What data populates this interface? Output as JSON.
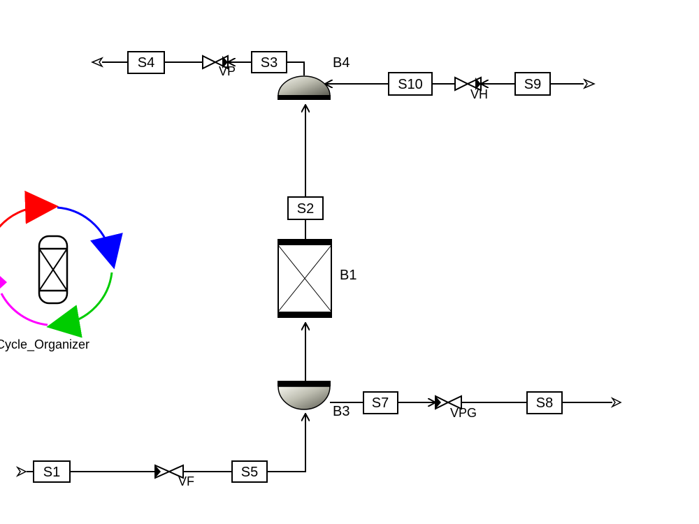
{
  "streams": {
    "S1": "S1",
    "S2": "S2",
    "S3": "S3",
    "S4": "S4",
    "S5": "S5",
    "S7": "S7",
    "S8": "S8",
    "S9": "S9",
    "S10": "S10"
  },
  "blocks": {
    "B1": "B1",
    "B3": "B3",
    "B4": "B4"
  },
  "valves": {
    "VF": "VF",
    "VP": "VP",
    "VH": "VH",
    "VPG": "VPG"
  },
  "organizer": {
    "label": "Cycle_Organizer"
  },
  "colors": {
    "stroke": "#000000",
    "cycle_red": "#ff0000",
    "cycle_blue": "#0000ff",
    "cycle_green": "#00cc00",
    "cycle_magenta": "#ff00ff"
  },
  "icons": {
    "flash_drum": "flash-drum-icon",
    "column": "adsorption-column-icon",
    "valve": "valve-icon",
    "cycle": "cycle-organizer-icon"
  }
}
